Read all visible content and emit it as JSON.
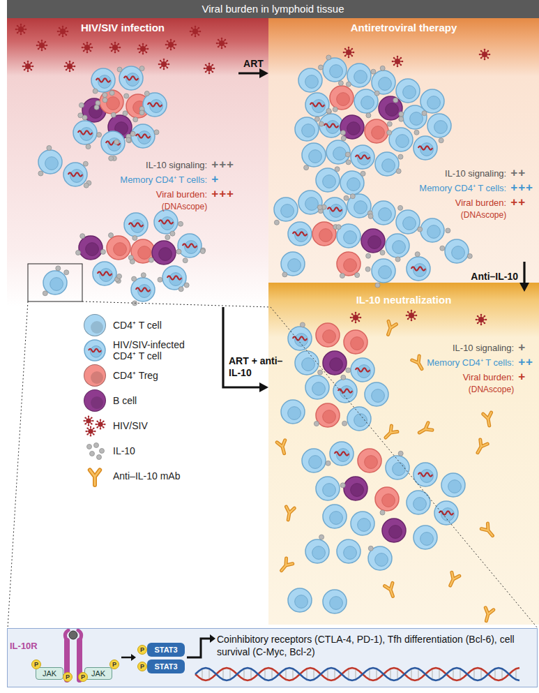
{
  "diagram": {
    "title": "Viral burden in lymphoid tissue",
    "nodes": [
      {
        "text": [
          "HIV/SIV infection",
          "IL-10 signaling:",
          "+++",
          "Memory CD4⁺ T cells:",
          "+",
          "Viral burden:",
          "+++",
          "(DNAscope)"
        ]
      },
      {
        "text": [
          "Antiretroviral therapy",
          "IL-10 signaling:",
          "++",
          "Memory CD4⁺ T cells:",
          "+++",
          "Viral burden:",
          "++",
          "(DNAscope)"
        ]
      },
      {
        "text": [
          "IL-10 neutralization",
          "IL-10 signaling:",
          "+",
          "Memory CD4⁺ T cells:",
          "++",
          "Viral burden:",
          "+",
          "(DNAscope)"
        ]
      },
      {
        "text": [
          "Coinhibitory receptors (CTLA-4, PD-1), Tfh differentiation (Bcl-6), cell survival (C-Myc, Bcl-2)"
        ]
      },
      {
        "text": [
          "JAK"
        ],
        "in": 3
      },
      {
        "text": [
          "JAK"
        ],
        "in": 3
      },
      {
        "text": [
          "STAT3"
        ],
        "in": 3
      },
      {
        "text": [
          "STAT3"
        ],
        "in": 3
      },
      {
        "text": [
          "P"
        ],
        "in": 3
      },
      {
        "text": [
          "P"
        ],
        "in": 3
      },
      {
        "text": [
          "P"
        ],
        "in": 3
      },
      {
        "text": [
          "P"
        ],
        "in": 3
      },
      {
        "text": [
          "P"
        ],
        "in": 3
      },
      {
        "text": [
          "P"
        ],
        "in": 3
      }
    ],
    "edges": [
      {
        "from": 0,
        "to": 1,
        "label": "ART",
        "arrow": "to"
      },
      {
        "from": 1,
        "to": 2,
        "label": "Anti–IL-10",
        "arrow": "to"
      },
      {
        "from": 0,
        "to": 2,
        "label": "ART + anti–IL-10",
        "arrow": "to"
      }
    ],
    "labels": [
      "IL-10R"
    ],
    "legend": [
      {
        "text": "CD4⁺ T cell",
        "color": "#a9d6f2"
      },
      {
        "text": "HIV/SIV-infected CD4⁺ T cell"
      },
      {
        "text": "CD4⁺ Treg",
        "color": "#f4908a"
      },
      {
        "text": "B cell",
        "color": "#8e3b8e"
      },
      {
        "text": "HIV/SIV"
      },
      {
        "text": "IL-10"
      },
      {
        "text": "Anti–IL-10 mAb"
      }
    ]
  }
}
